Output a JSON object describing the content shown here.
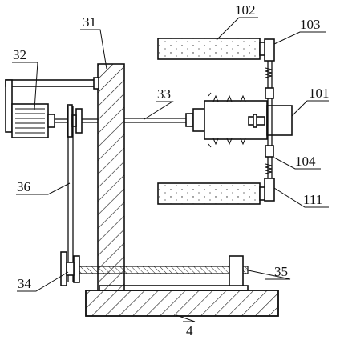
{
  "labels": {
    "l31": "31",
    "l32": "32",
    "l33": "33",
    "l34": "34",
    "l35": "35",
    "l36": "36",
    "l4": "4",
    "l101": "101",
    "l102": "102",
    "l103": "103",
    "l104": "104",
    "l111": "111"
  }
}
